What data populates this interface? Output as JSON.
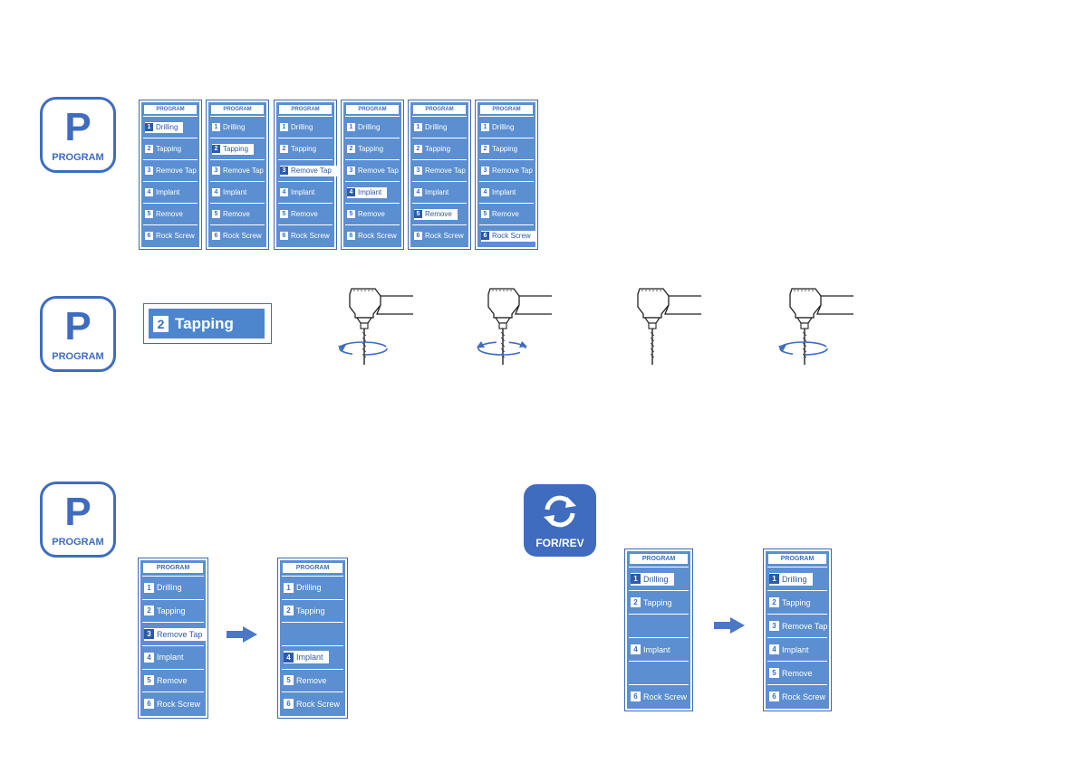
{
  "program_button": {
    "letter": "P",
    "label": "PROGRAM"
  },
  "forrev_button": {
    "label": "FOR/REV"
  },
  "panel_header": "PROGRAM",
  "programs": [
    {
      "num": "1",
      "name": "Drilling"
    },
    {
      "num": "2",
      "name": "Tapping"
    },
    {
      "num": "3",
      "name": "Remove Tap"
    },
    {
      "num": "4",
      "name": "Implant"
    },
    {
      "num": "5",
      "name": "Remove"
    },
    {
      "num": "6",
      "name": "Rock Screw"
    }
  ],
  "selected_display": {
    "num": "2",
    "name": "Tapping"
  },
  "colors": {
    "primary": "#3f6cbf",
    "panel": "#5b8fd1",
    "arrow": "#4a78c6"
  },
  "handpieces": [
    {
      "rotation": "reverse"
    },
    {
      "rotation": "forward"
    },
    {
      "rotation": "none"
    },
    {
      "rotation": "reverse"
    }
  ],
  "bottom_left": {
    "before_selected": 3,
    "after_selected": 4,
    "after_hidden": [
      3
    ]
  },
  "bottom_right": {
    "before_selected": 1,
    "before_hidden": [
      3,
      5
    ],
    "after_selected": 1,
    "after_hidden": []
  }
}
